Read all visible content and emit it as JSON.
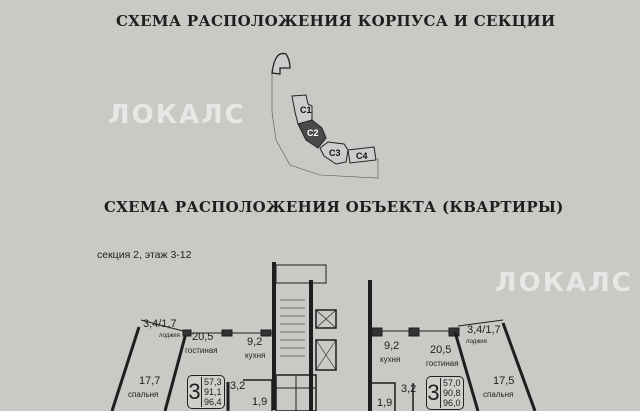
{
  "header": {
    "building_scheme_title": "СХЕМА РАСПОЛОЖЕНИЯ КОРПУСА И СЕКЦИИ",
    "apartment_scheme_title": "СХЕМА РАСПОЛОЖЕНИЯ ОБЪЕКТА (КВАРТИРЫ)"
  },
  "watermark": "ЛОКАЛС",
  "building": {
    "sections": [
      "C1",
      "C2",
      "C3",
      "C4"
    ],
    "highlighted": "C2",
    "highlight_color": "#4a4a4a"
  },
  "plan": {
    "caption": "секция 2, этаж 3-12",
    "left_unit": {
      "loggia": "3,4/1,7",
      "loggia_label": "лоджия",
      "living": "20,5",
      "living_label": "гостиная",
      "kitchen": "9,2",
      "kitchen_label": "кухня",
      "bedroom": "17,7",
      "bedroom_label": "спальня",
      "hall": "3,2",
      "bath": "1,9",
      "rooms": "3",
      "areas": [
        "57,3",
        "91,1",
        "96,4"
      ]
    },
    "right_unit": {
      "loggia": "3,4/1,7",
      "loggia_label": "лоджия",
      "living": "20,5",
      "living_label": "гостиная",
      "kitchen": "9,2",
      "kitchen_label": "кухня",
      "bedroom": "17,5",
      "bedroom_label": "спальня",
      "hall": "3,2",
      "bath": "1,9",
      "rooms": "3",
      "areas": [
        "57,0",
        "90,8",
        "96,0"
      ]
    }
  }
}
